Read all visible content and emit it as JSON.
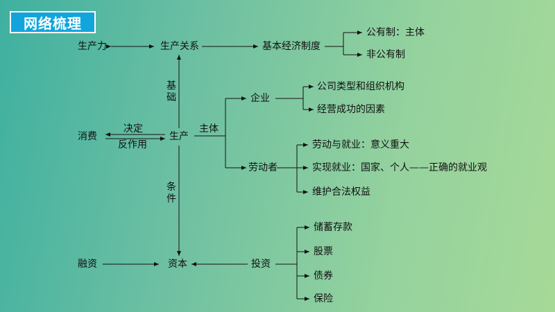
{
  "header": {
    "title": "网络梳理"
  },
  "nodes": {
    "productivity": "生产力",
    "relations": "生产关系",
    "basic_system": "基本经济制度",
    "public_main": "公有制：主体",
    "non_public": "非公有制",
    "consumption": "消费",
    "production": "生产",
    "enterprise": "企业",
    "company_types": "公司类型和组织机构",
    "business_success": "经营成功的因素",
    "laborer": "劳动者",
    "labor_employment": "劳动与就业：意义重大",
    "realize_employment": "实现就业：国家、个人——正确的就业观",
    "protect_rights": "维护合法权益",
    "financing": "融资",
    "capital": "资本",
    "investment": "投资",
    "savings": "储蓄存款",
    "stocks": "股票",
    "bonds": "债券",
    "insurance": "保险"
  },
  "edge_labels": {
    "decides": "决定",
    "counteracts": "反作用",
    "subject": "主体",
    "basis": "基础",
    "condition": "条件"
  }
}
